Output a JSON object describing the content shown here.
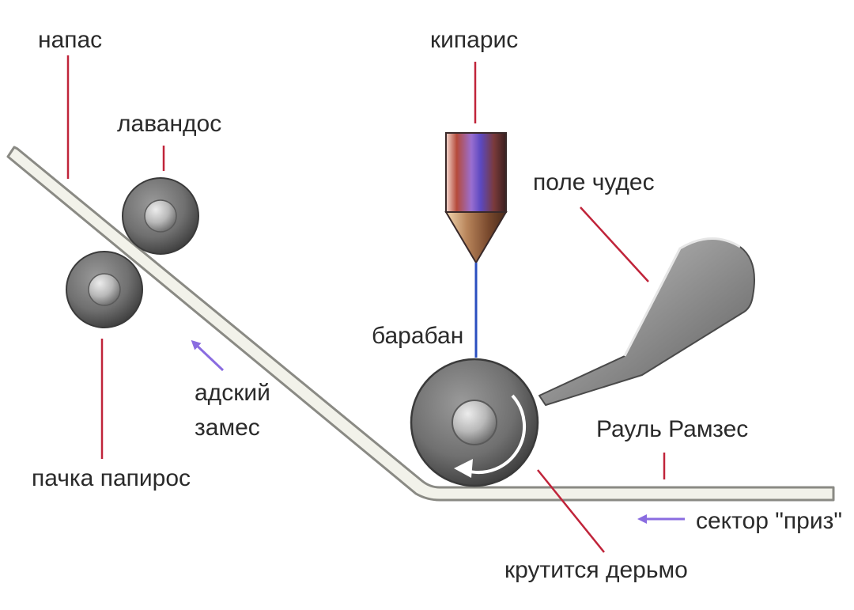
{
  "labels": {
    "napas": "напас",
    "lavandos": "лавандос",
    "kiparis": "кипарис",
    "pole_chudes": "поле чудес",
    "baraban": "барабан",
    "adskiy": "адский",
    "zames": "замес",
    "raul": "Рауль Рамзес",
    "pachka": "пачка папирос",
    "sektor": "сектор \"приз\"",
    "krutitsya": "крутится дерьмо"
  },
  "colors": {
    "leader": "#c0243a",
    "arrow": "#8a6ce0",
    "probe_line": "#2a4fc0",
    "belt_fill": "#f2f2ea",
    "belt_stroke": "#8a8a84"
  }
}
